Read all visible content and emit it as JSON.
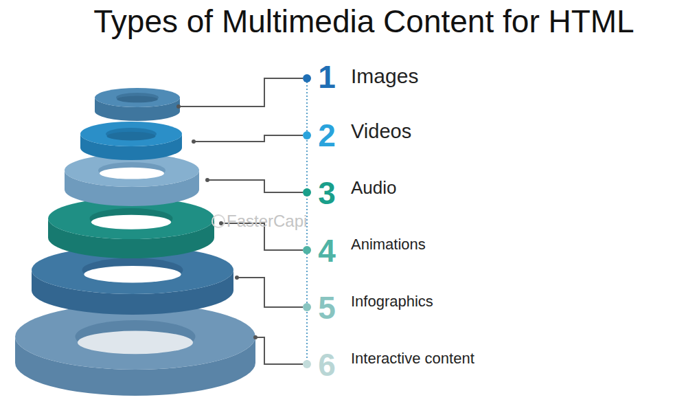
{
  "diagram": {
    "title": "Types of Multimedia Content for HTML",
    "labels": [
      "1",
      "Images",
      "2",
      "Videos",
      "3",
      "Audio",
      "4",
      "Animations",
      "5",
      "Infographics",
      "6",
      "Interactive content",
      "FasterCapi"
    ]
  }
}
